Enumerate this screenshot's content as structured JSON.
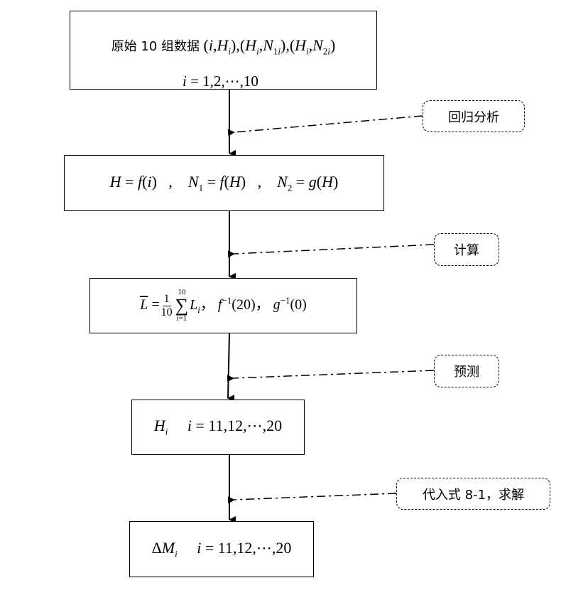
{
  "box1": {
    "line1_prefix": "原始 10 组数据",
    "line1_formula": "(i, Hi), (Hi, N1i), (Hi, N2i)",
    "line2_formula": "i = 1,2,⋯,10"
  },
  "box2": {
    "formula": "H = f(i) , N1 = f(H) , N2 = g(H)"
  },
  "box3": {
    "formula": "L̄ = (1/10) Σ(i=1..10) Li , f⁻¹(20) , g⁻¹(0)"
  },
  "box4": {
    "formula": "Hi  i = 11,12,⋯,20"
  },
  "box5": {
    "formula": "ΔMi  i = 11,12,⋯,20"
  },
  "notes": {
    "regression": "回归分析",
    "compute": "计算",
    "predict": "预测",
    "substitute": "代入式 8-1，求解"
  }
}
